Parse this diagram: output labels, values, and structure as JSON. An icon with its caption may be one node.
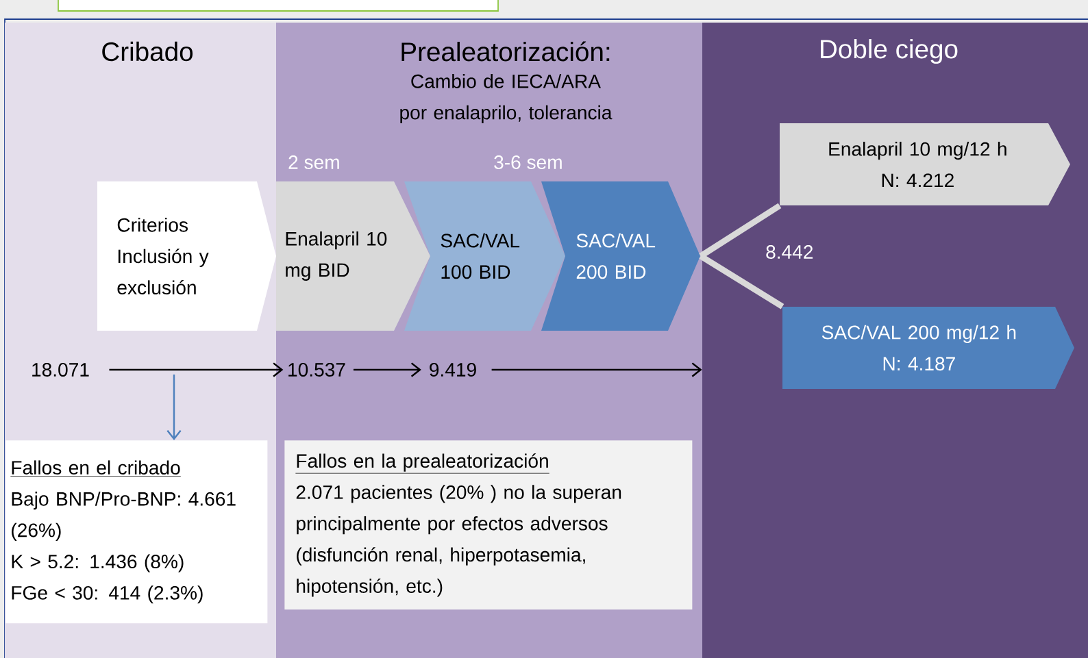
{
  "diagram": {
    "nodes": [
      {
        "text": [
          "Cribado"
        ]
      },
      {
        "text": [
          "Prealeatorización:",
          "Cambio de IECA/ARA por enalaprilo, tolerancia"
        ]
      },
      {
        "text": [
          "Doble ciego"
        ]
      },
      {
        "text": [
          "Criterios Inclusión y exclusión"
        ],
        "in": 0
      },
      {
        "text": [
          "Enalapril 10 mg BID"
        ],
        "in": 1,
        "beside": [
          "2 sem"
        ]
      },
      {
        "text": [
          "SAC/VAL 100 BID"
        ],
        "in": 1
      },
      {
        "text": [
          "SAC/VAL 200 BID"
        ],
        "in": 1
      },
      {
        "text": [
          "Enalapril 10 mg/12 h",
          "N: 4.212"
        ],
        "in": 2
      },
      {
        "text": [
          "SAC/VAL 200 mg/12 h",
          "N: 4.187"
        ],
        "in": 2
      },
      {
        "text": [
          "18.071"
        ],
        "in": 0
      },
      {
        "text": [
          "10.537"
        ],
        "in": 1
      },
      {
        "text": [
          "9.419"
        ],
        "in": 1
      },
      {
        "text": [
          "Fallos en el cribado",
          "Bajo BNP/Pro-BNP: 4.661 (26%)",
          "K > 5.2: 1.436 (8%)",
          "FGe < 30: 414 (2.3%)"
        ],
        "in": 0
      },
      {
        "text": [
          "Fallos en la prealeatorización",
          "2.071 pacientes (20% ) no la superan principalmente por efectos adversos (disfunción renal, hiperpotasemia, hipotensión, etc.)"
        ],
        "in": 1
      }
    ],
    "edges": [
      {
        "from": 9,
        "to": 10,
        "arrow": "to"
      },
      {
        "from": 10,
        "to": 11,
        "arrow": "to"
      },
      {
        "from": 11,
        "to": 2,
        "arrow": "to"
      },
      {
        "from": null,
        "to": 12,
        "arrow": "to",
        "color": "#4f81bd"
      },
      {
        "from": 6,
        "to": 7,
        "arrow": "none",
        "style": "thick",
        "color": "#d9d9d9"
      },
      {
        "from": 6,
        "to": 8,
        "arrow": "none",
        "style": "thick",
        "color": "#d9d9d9"
      }
    ],
    "labels": [
      "3-6 sem",
      "8.442"
    ]
  }
}
